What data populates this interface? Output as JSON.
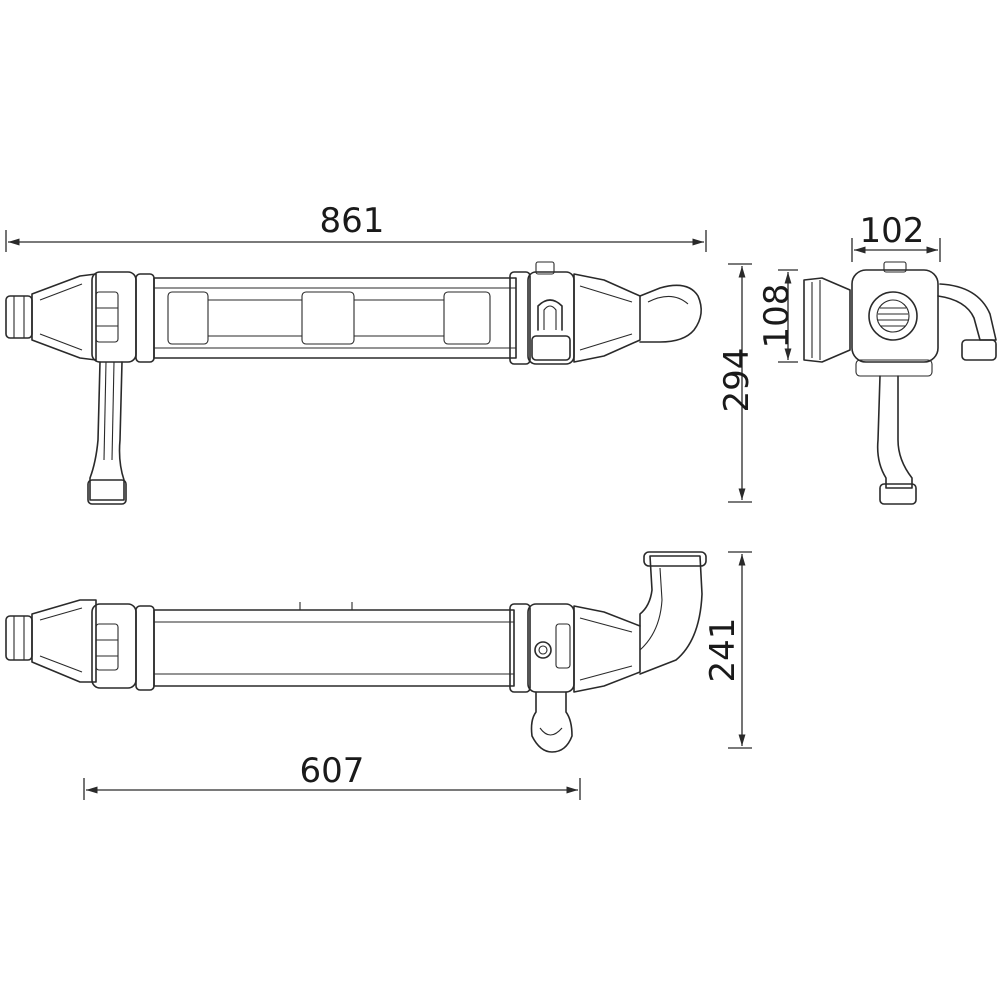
{
  "dimensions": {
    "overall_length": "861",
    "overall_height": "294",
    "side_width": "102",
    "side_height": "108",
    "lower_height": "241",
    "lower_length": "607"
  }
}
